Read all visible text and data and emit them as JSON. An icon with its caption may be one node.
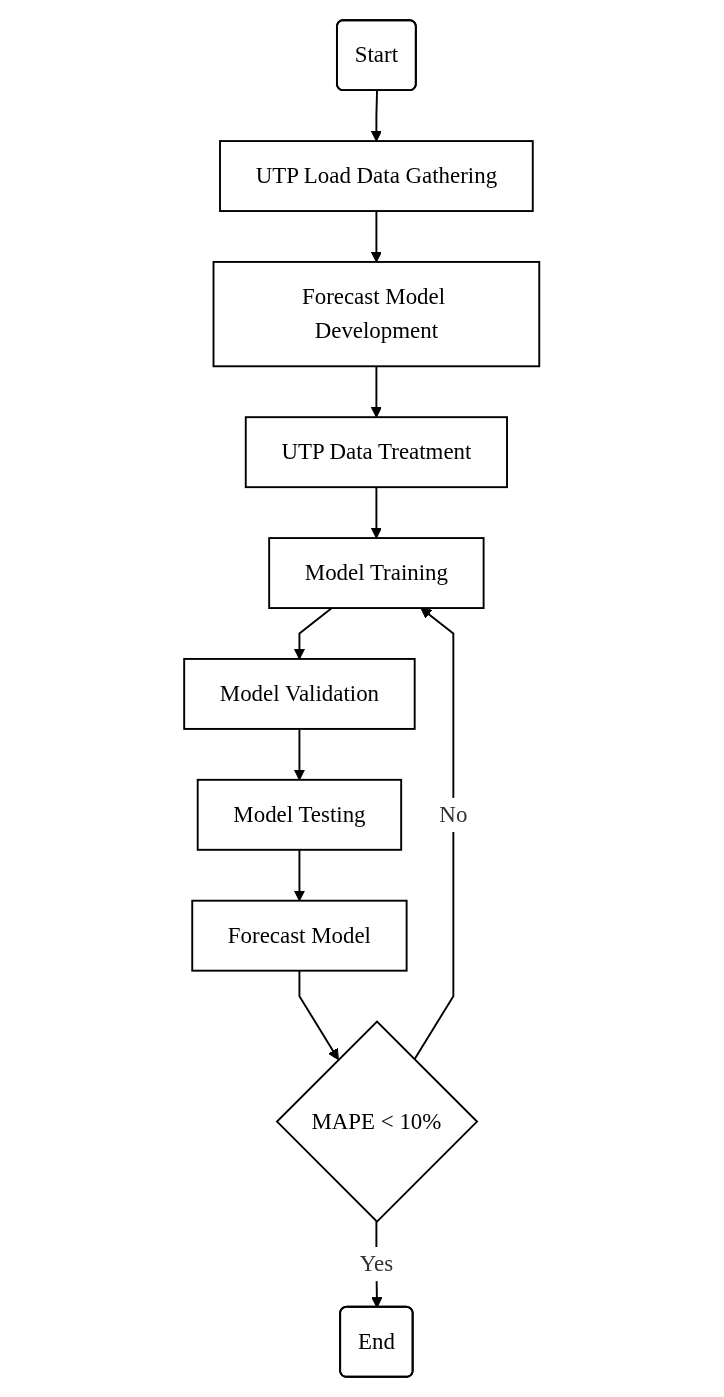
{
  "diagram": {
    "nodes": [
      {
        "text": [
          "Start"
        ]
      },
      {
        "text": [
          "UTP Load Data Gathering"
        ]
      },
      {
        "text": [
          "Forecast Model Development"
        ]
      },
      {
        "text": [
          "UTP Data Treatment"
        ]
      },
      {
        "text": [
          "Model Training"
        ]
      },
      {
        "text": [
          "Model Validation"
        ]
      },
      {
        "text": [
          "Model Testing"
        ]
      },
      {
        "text": [
          "Forecast Model"
        ]
      },
      {
        "text": [
          "MAPE < 10%"
        ]
      },
      {
        "text": [
          "End"
        ]
      }
    ],
    "edges": [
      {
        "from": 0,
        "to": 1,
        "arrow": "to"
      },
      {
        "from": 1,
        "to": 2,
        "arrow": "to"
      },
      {
        "from": 2,
        "to": 3,
        "arrow": "to"
      },
      {
        "from": 3,
        "to": 4,
        "arrow": "to"
      },
      {
        "from": 4,
        "to": 5,
        "arrow": "to"
      },
      {
        "from": 5,
        "to": 6,
        "arrow": "to"
      },
      {
        "from": 6,
        "to": 7,
        "arrow": "to"
      },
      {
        "from": 7,
        "to": 8,
        "arrow": "to"
      },
      {
        "from": 8,
        "to": 4,
        "label": "No",
        "arrow": "to"
      },
      {
        "from": 8,
        "to": 9,
        "label": "Yes",
        "arrow": "to"
      }
    ]
  }
}
